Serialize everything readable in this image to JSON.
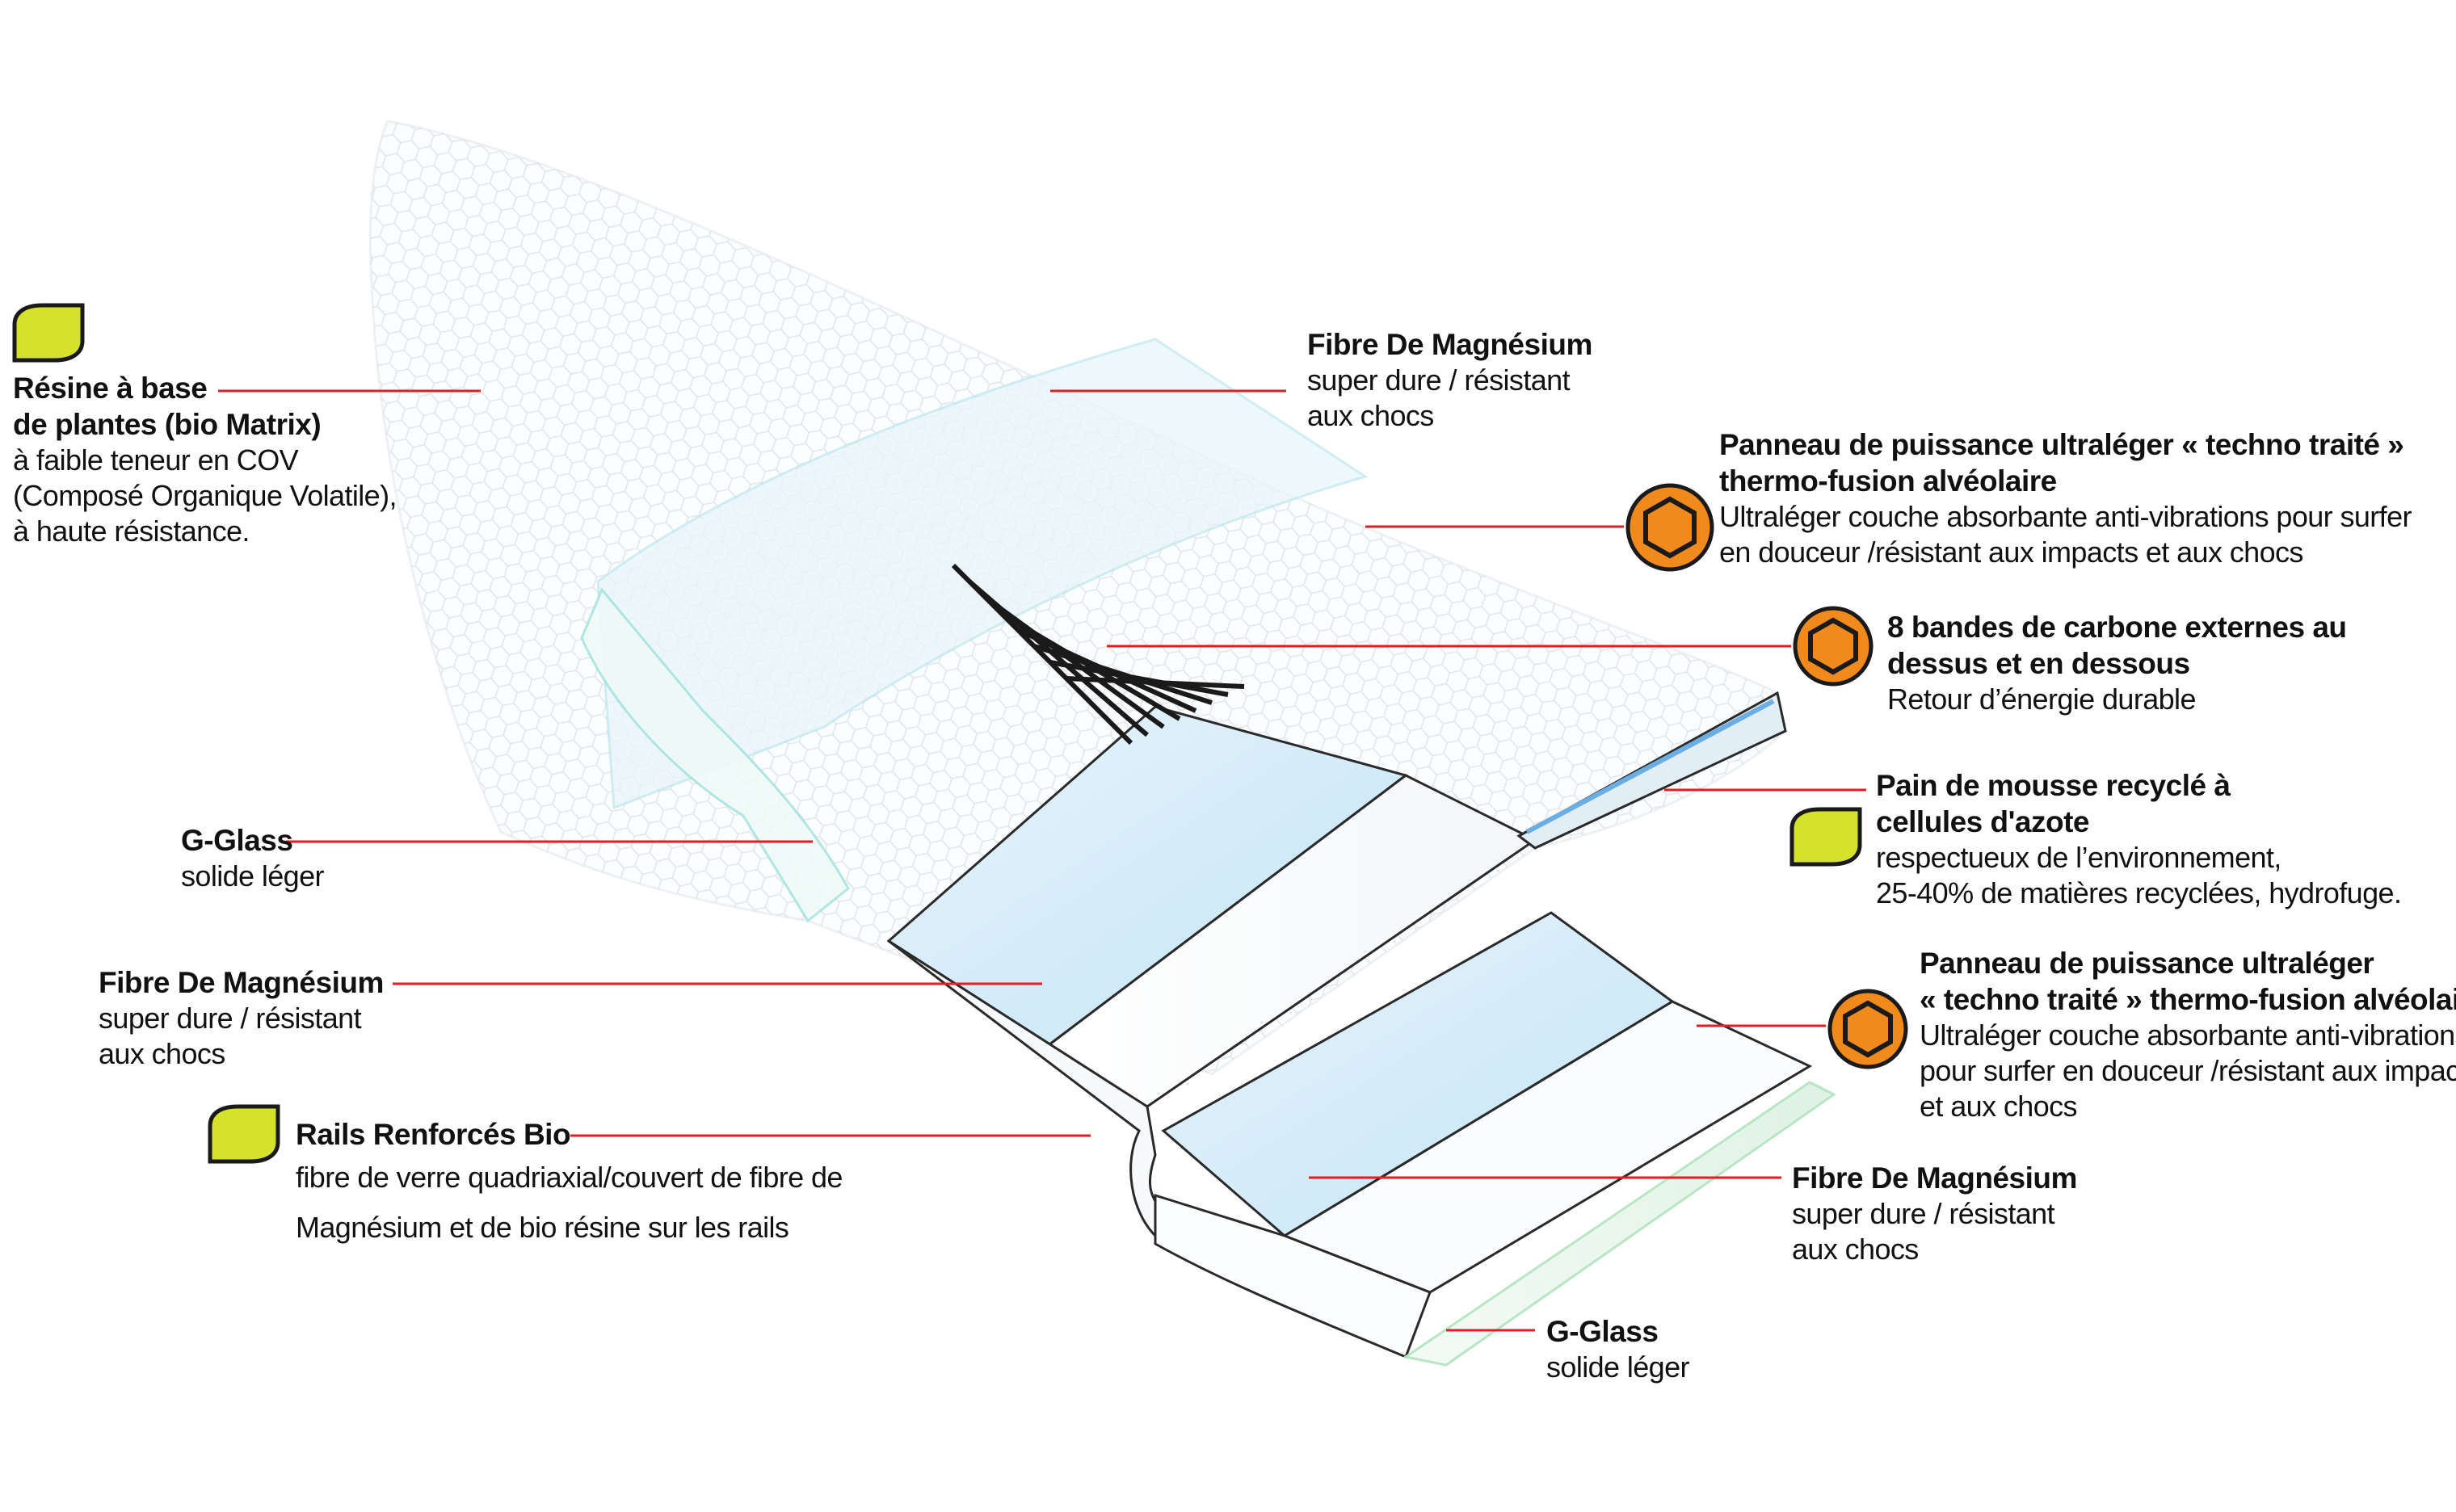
{
  "colors": {
    "leader_line": "#e01e25",
    "eco_leaf": "#d4e22c",
    "tech_badge": "#f08a1c",
    "board_outline": "#2a2a2a",
    "glass_layer": "#9fe0e0",
    "magnesium_layer": "#cfe9f8",
    "carbon_bands": "#1a1a1a"
  },
  "labels": {
    "resin": {
      "title_lines": [
        "Résine à base",
        "de plantes (bio Matrix)"
      ],
      "desc_lines": [
        "à faible teneur en COV",
        "(Composé Organique Volatile),",
        "à haute résistance."
      ],
      "icon": "leaf-icon"
    },
    "fibre_top": {
      "title_lines": [
        "Fibre De Magnésium"
      ],
      "desc_lines": [
        "super dure / résistant",
        "aux chocs"
      ]
    },
    "panel_top": {
      "title_lines": [
        "Panneau de puissance ultraléger « techno traité »",
        "thermo-fusion alvéolaire"
      ],
      "desc_lines": [
        "Ultraléger couche absorbante anti-vibrations pour surfer",
        "en douceur /résistant aux impacts et aux chocs"
      ],
      "icon": "hexagon-badge-icon"
    },
    "carbon": {
      "title_lines": [
        "8 bandes de carbone externes au",
        "dessus et en dessous"
      ],
      "desc_lines": [
        "Retour d’énergie durable"
      ],
      "icon": "hexagon-badge-icon"
    },
    "foam": {
      "title_lines": [
        "Pain de mousse recyclé à",
        "cellules d'azote"
      ],
      "desc_lines": [
        "respectueux de l’environnement,",
        "25-40% de matières recyclées, hydrofuge."
      ],
      "icon": "leaf-icon"
    },
    "glass_left": {
      "title_lines": [
        "G-Glass"
      ],
      "desc_lines": [
        "solide léger"
      ]
    },
    "panel_bottom": {
      "title_lines": [
        "Panneau de puissance ultraléger",
        "« techno traité » thermo-fusion alvéolaire"
      ],
      "desc_lines": [
        "Ultraléger couche absorbante anti-vibrations",
        "pour surfer en douceur /résistant aux impacts",
        "et aux chocs"
      ],
      "icon": "hexagon-badge-icon"
    },
    "fibre_left": {
      "title_lines": [
        "Fibre De Magnésium"
      ],
      "desc_lines": [
        "super dure / résistant",
        "aux chocs"
      ]
    },
    "rails": {
      "title_lines": [
        "Rails Renforcés Bio"
      ],
      "desc_lines": [
        "fibre de verre quadriaxial/couvert de fibre de",
        "Magnésium et de bio résine sur les rails"
      ],
      "icon": "leaf-icon"
    },
    "fibre_bottom": {
      "title_lines": [
        "Fibre De Magnésium"
      ],
      "desc_lines": [
        "super dure / résistant",
        "aux chocs"
      ]
    },
    "glass_bottom": {
      "title_lines": [
        "G-Glass"
      ],
      "desc_lines": [
        "solide léger"
      ]
    }
  }
}
